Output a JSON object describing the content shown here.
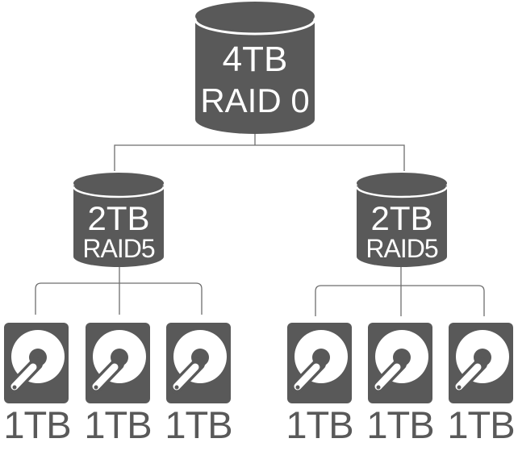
{
  "colors": {
    "shape": "#595959",
    "line": "#6e6e6e",
    "text_on_shape": "#ffffff",
    "background": "#ffffff"
  },
  "root": {
    "capacity": "4TB",
    "level": "RAID 0",
    "icon": "database-cylinder-icon"
  },
  "arrays": [
    {
      "capacity": "2TB",
      "level": "RAID5",
      "icon": "database-cylinder-icon",
      "disks": [
        {
          "label": "1TB",
          "icon": "hard-drive-icon"
        },
        {
          "label": "1TB",
          "icon": "hard-drive-icon"
        },
        {
          "label": "1TB",
          "icon": "hard-drive-icon"
        }
      ]
    },
    {
      "capacity": "2TB",
      "level": "RAID5",
      "icon": "database-cylinder-icon",
      "disks": [
        {
          "label": "1TB",
          "icon": "hard-drive-icon"
        },
        {
          "label": "1TB",
          "icon": "hard-drive-icon"
        },
        {
          "label": "1TB",
          "icon": "hard-drive-icon"
        }
      ]
    }
  ]
}
